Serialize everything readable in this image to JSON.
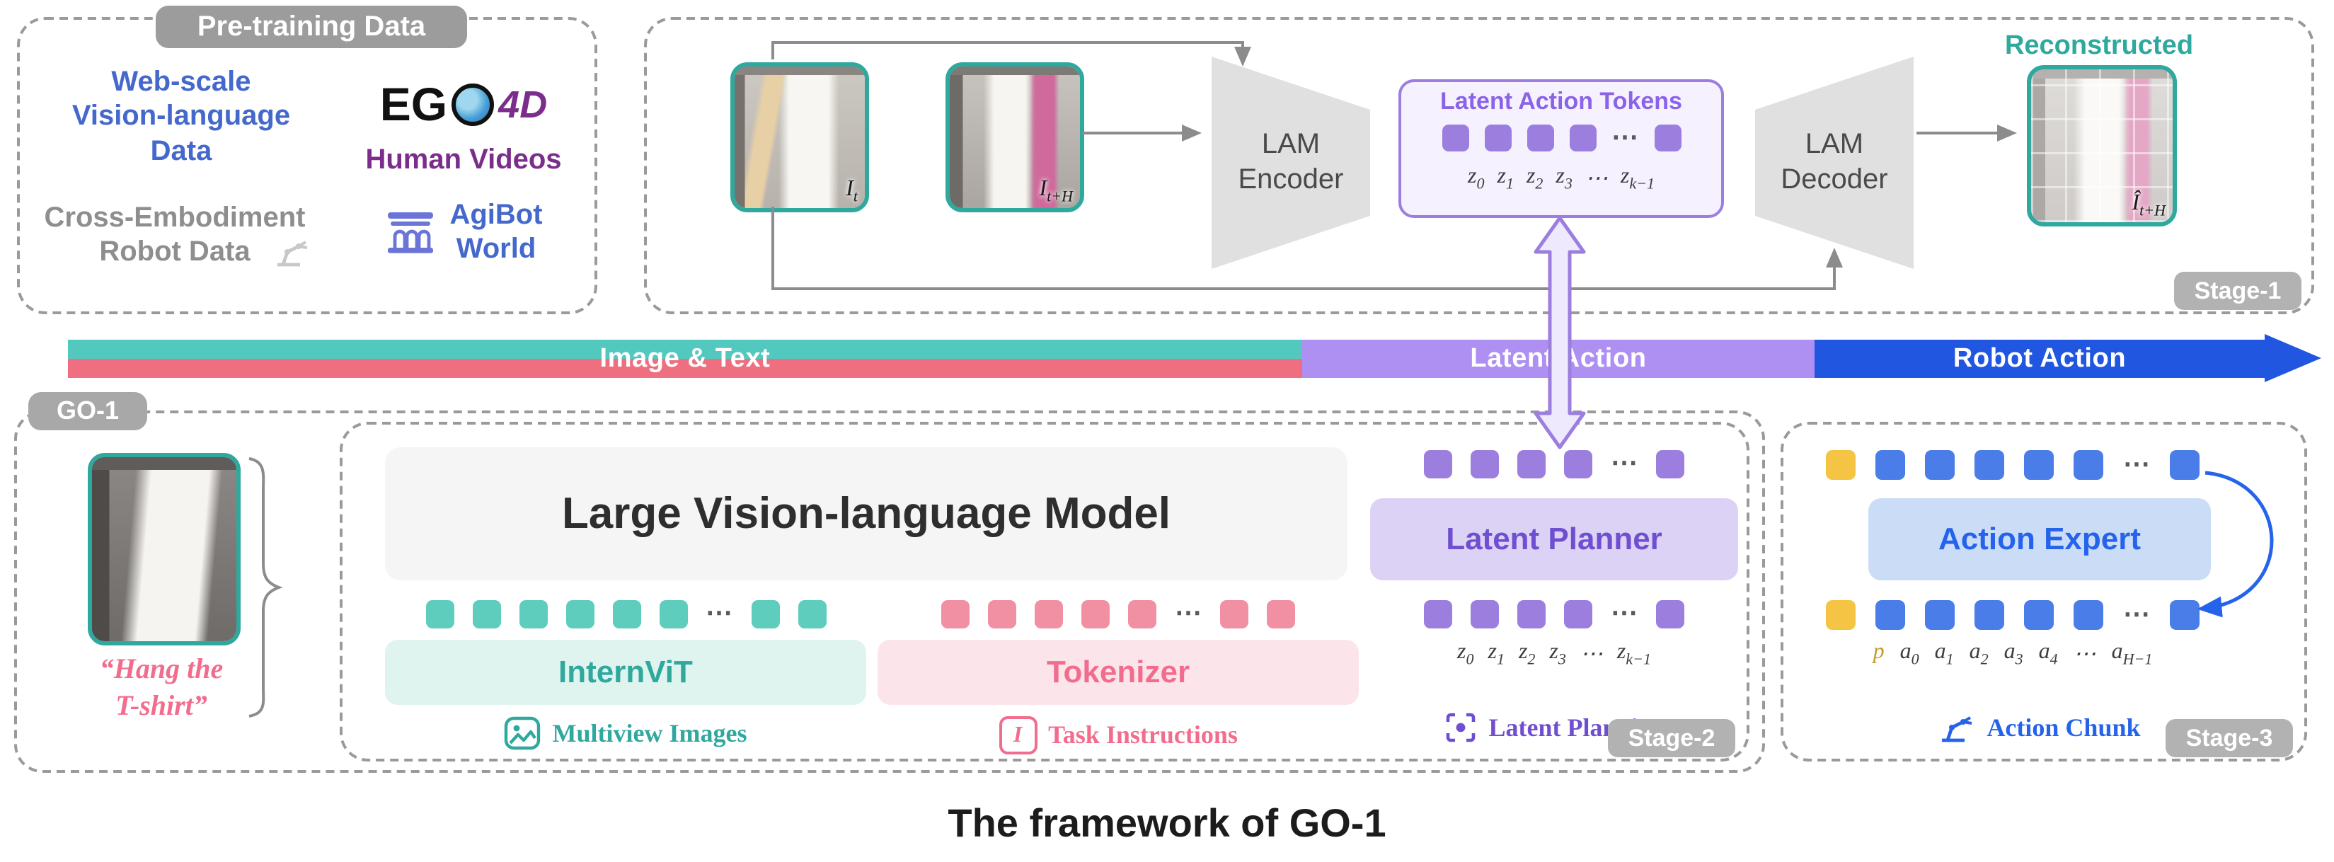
{
  "caption": "The framework of GO-1",
  "colors": {
    "teal": "#2FA89E",
    "teal_token": "#5ECDBD",
    "teal_fill": "#DFF3EF",
    "pink": "#F26D8D",
    "pink_token": "#F290A3",
    "pink_fill": "#FBE5EB",
    "purple": "#6F4FD0",
    "purple_token": "#9B7EDE",
    "purple_fill": "#DCD2F6",
    "blue": "#2563EB",
    "blue_token": "#4A7DE8",
    "blue_fill": "#CBDCF7",
    "yellow_token": "#F6C444",
    "bar_teal": "#53C8BE",
    "bar_pink": "#EF6F80",
    "bar_purple": "#AE8FF2",
    "bar_blue": "#2056E0",
    "badge_gray": "#B2B2B2"
  },
  "pretraining": {
    "title": "Pre-training Data",
    "web_scale": "Web-scale\nVision-language\nData",
    "ego_left": "EG",
    "ego_right": "4D",
    "human_videos": "Human Videos",
    "cross_embodiment": "Cross-Embodiment\nRobot Data",
    "agibot": "AgiBot\nWorld"
  },
  "stage1": {
    "badge": "Stage-1",
    "frame_t": {
      "base": "I",
      "sub": "t"
    },
    "frame_th": {
      "base": "I",
      "sub": "t+H"
    },
    "encoder": "LAM\nEncoder",
    "decoder": "LAM\nDecoder",
    "tokens_title": "Latent Action Tokens",
    "token_row": {
      "before": 4,
      "dots": true,
      "after": 1,
      "color": "#9B7EDE",
      "size": 19,
      "gap": 11
    },
    "z_labels": [
      {
        "base": "z",
        "sub": "0"
      },
      {
        "base": "z",
        "sub": "1"
      },
      {
        "base": "z",
        "sub": "2"
      },
      {
        "base": "z",
        "sub": "3"
      },
      {
        "base": "⋯",
        "sub": ""
      },
      {
        "base": "z",
        "sub": "k−1"
      }
    ],
    "reconstructed": "Reconstructed",
    "recon_label": {
      "base": "Î",
      "sub": "t+H"
    }
  },
  "flow_bar": {
    "image_text": "Image & Text",
    "latent_action": "Latent Action",
    "robot_action": "Robot Action"
  },
  "go1": {
    "badge": "GO-1",
    "instruction": "“Hang the\nT-shirt”"
  },
  "stage2": {
    "badge": "Stage-2",
    "vlm": "Large Vision-language Model",
    "vision_tokens": {
      "before": 6,
      "dots": true,
      "after": 2,
      "color": "#5ECDBD",
      "size": 20,
      "gap": 13
    },
    "text_tokens": {
      "before": 5,
      "dots": true,
      "after": 2,
      "color": "#F290A3",
      "size": 20,
      "gap": 13
    },
    "internvit": "InternViT",
    "tokenizer": "Tokenizer",
    "multiview": "Multiview Images",
    "task_instructions": "Task Instructions",
    "planner": "Latent Planner",
    "planner_tokens_top": {
      "before": 4,
      "dots": true,
      "after": 1,
      "color": "#9B7EDE",
      "size": 20,
      "gap": 13
    },
    "planner_tokens_bottom": {
      "before": 4,
      "dots": true,
      "after": 1,
      "color": "#9B7EDE",
      "size": 20,
      "gap": 13
    },
    "z_labels": [
      {
        "base": "z",
        "sub": "0"
      },
      {
        "base": "z",
        "sub": "1"
      },
      {
        "base": "z",
        "sub": "2"
      },
      {
        "base": "z",
        "sub": "3"
      },
      {
        "base": "⋯",
        "sub": ""
      },
      {
        "base": "z",
        "sub": "k−1"
      }
    ],
    "latent_planning": "Latent Planning"
  },
  "stage3": {
    "badge": "Stage-3",
    "expert": "Action Expert",
    "tokens_top": {
      "lead": "#F6C444",
      "before": 5,
      "dots": true,
      "after": 1,
      "color": "#4A7DE8",
      "size": 21,
      "gap": 14
    },
    "tokens_bottom": {
      "lead": "#F6C444",
      "before": 5,
      "dots": true,
      "after": 1,
      "color": "#4A7DE8",
      "size": 21,
      "gap": 14
    },
    "a_labels": [
      {
        "base": "p",
        "sub": "",
        "color": "#C79A2E"
      },
      {
        "base": "a",
        "sub": "0"
      },
      {
        "base": "a",
        "sub": "1"
      },
      {
        "base": "a",
        "sub": "2"
      },
      {
        "base": "a",
        "sub": "3"
      },
      {
        "base": "a",
        "sub": "4"
      },
      {
        "base": "⋯",
        "sub": ""
      },
      {
        "base": "a",
        "sub": "H−1"
      }
    ],
    "action_chunk": "Action Chunk"
  }
}
